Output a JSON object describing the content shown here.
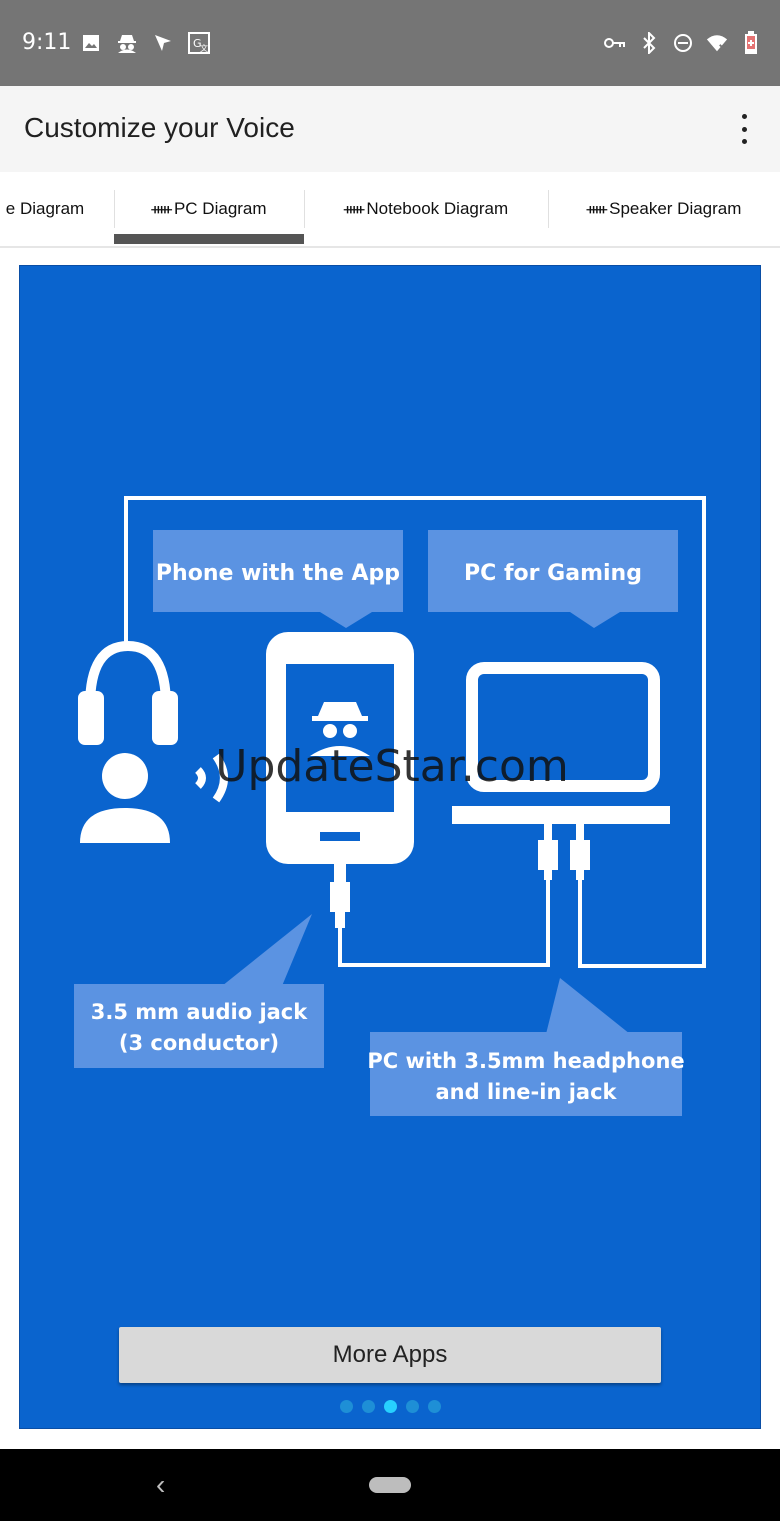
{
  "status_bar": {
    "time": "9:11",
    "left_icons": [
      "image-icon",
      "incognito-icon",
      "location-arrow-icon",
      "translate-icon"
    ],
    "right_icons": [
      "vpn-key-icon",
      "bluetooth-icon",
      "do-not-disturb-icon",
      "wifi-icon",
      "battery-icon"
    ]
  },
  "app_bar": {
    "title": "Customize your Voice",
    "menu_icon": "more-vert-icon"
  },
  "tabs": [
    {
      "label": "e Diagram",
      "icon": ""
    },
    {
      "label": "PC Diagram",
      "icon": "equalizer-icon",
      "selected": true
    },
    {
      "label": "Notebook Diagram",
      "icon": "equalizer-icon"
    },
    {
      "label": "Speaker Diagram",
      "icon": "equalizer-icon"
    }
  ],
  "diagram": {
    "callout_phone": "Phone with the App",
    "callout_pc": "PC for Gaming",
    "callout_jack_line1": "3.5 mm audio jack",
    "callout_jack_line2": "(3 conductor)",
    "callout_pc_jack_line1": "PC  with 3.5mm headphone",
    "callout_pc_jack_line2": "and line-in jack",
    "watermark": "UpdateStar.com",
    "colors": {
      "background": "#0a64ce",
      "callout": "#5b93e2",
      "line": "#ffffff"
    }
  },
  "more_apps_button": "More Apps",
  "pager": {
    "count": 5,
    "active_index": 2
  },
  "nav_bar": {
    "back_icon": "back-chevron-icon",
    "home_icon": "home-pill-icon"
  }
}
